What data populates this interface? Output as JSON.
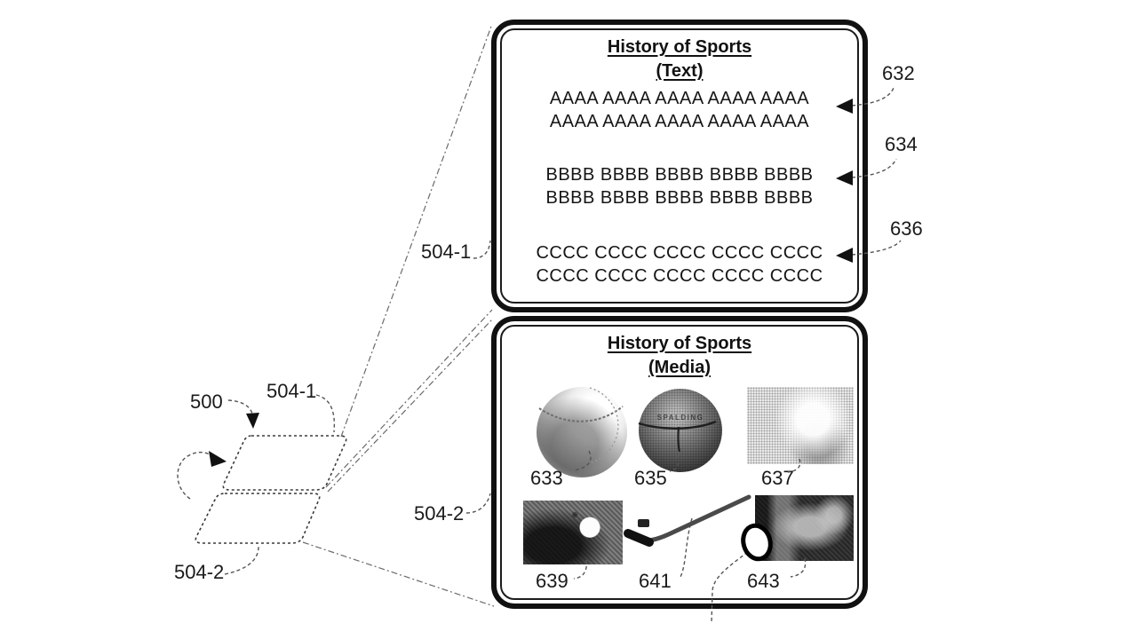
{
  "colors": {
    "ink": "#111111",
    "background": "#ffffff"
  },
  "device": {
    "ref": "500",
    "screen1_ref": "504-1",
    "screen2_ref": "504-2"
  },
  "text_panel": {
    "ref": "504-1",
    "title": "History of Sports",
    "subtitle": "(Text)",
    "blocks": [
      {
        "ref": "632",
        "line1": "AAAA AAAA AAAA AAAA AAAA",
        "line2": "AAAA AAAA AAAA AAAA AAAA"
      },
      {
        "ref": "634",
        "line1": "BBBB BBBB BBBB BBBB BBBB",
        "line2": "BBBB BBBB BBBB BBBB BBBB"
      },
      {
        "ref": "636",
        "line1": "CCCC CCCC CCCC CCCC CCCC",
        "line2": "CCCC CCCC CCCC CCCC CCCC"
      }
    ]
  },
  "media_panel": {
    "ref": "504-2",
    "title": "History of Sports",
    "subtitle": "(Media)",
    "items": [
      {
        "ref": "633",
        "name": "baseball"
      },
      {
        "ref": "635",
        "name": "basketball",
        "brand_text": "SPALDING"
      },
      {
        "ref": "637",
        "name": "halftone ball photo"
      },
      {
        "ref": "639",
        "name": "golf ball photo"
      },
      {
        "ref": "641",
        "name": "hockey stick and puck"
      },
      {
        "ref": "643",
        "name": "highlighted object photo"
      }
    ]
  }
}
